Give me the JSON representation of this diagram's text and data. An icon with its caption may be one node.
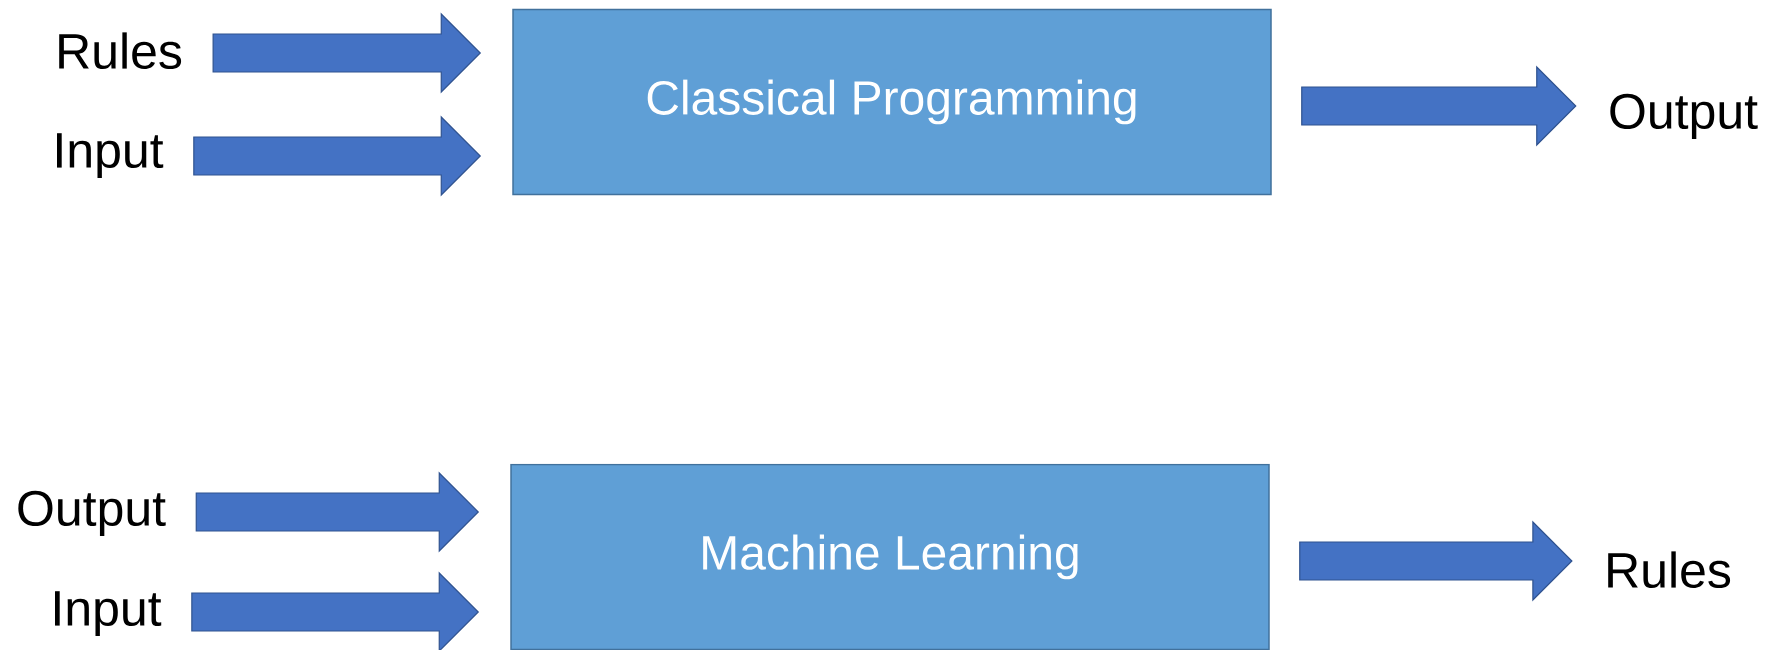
{
  "diagram": {
    "nodes": [
      {
        "text": [
          "Rules"
        ]
      },
      {
        "text": [
          "Input"
        ]
      },
      {
        "text": [
          "Classical Programming"
        ]
      },
      {
        "text": [
          "Output"
        ]
      },
      {
        "text": [
          "Output"
        ]
      },
      {
        "text": [
          "Input"
        ]
      },
      {
        "text": [
          "Machine Learning"
        ]
      },
      {
        "text": [
          "Rules"
        ]
      }
    ],
    "edges": [
      {
        "from": 0,
        "to": 2,
        "arrow": "to"
      },
      {
        "from": 1,
        "to": 2,
        "arrow": "to"
      },
      {
        "from": 2,
        "to": 3,
        "arrow": "to"
      },
      {
        "from": 4,
        "to": 6,
        "arrow": "to"
      },
      {
        "from": 5,
        "to": 6,
        "arrow": "to"
      },
      {
        "from": 6,
        "to": 7,
        "arrow": "to"
      }
    ]
  }
}
